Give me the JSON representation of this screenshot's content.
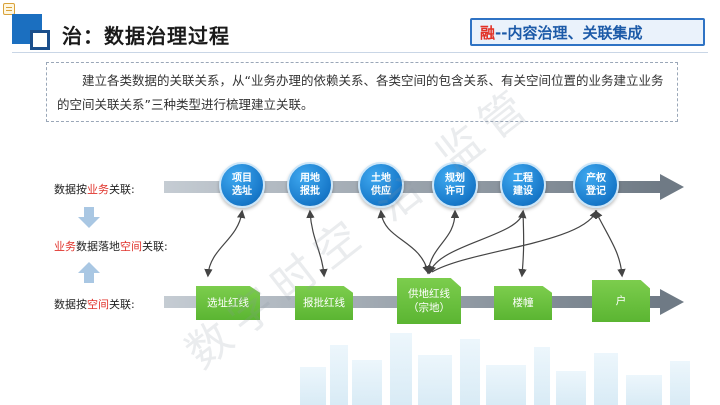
{
  "header": {
    "title": "治：数据治理过程",
    "badge_highlight": "融",
    "badge_rest": "--内容治理、关联集成"
  },
  "description": "建立各类数据的关联关系，从“业务办理的依赖关系、各类空间的包含关系、有关空间位置的业务建立业务的空间关联关系”三种类型进行梳理建立关联。",
  "rows": {
    "business": {
      "prefix": "数据按",
      "red": "业务",
      "suffix": "关联:"
    },
    "landing": {
      "red1": "业务",
      "mid": "数据落地",
      "red2": "空间",
      "suffix": "关联:"
    },
    "spatial": {
      "prefix": "数据按",
      "red": "空间",
      "suffix": "关联:"
    }
  },
  "business_nodes": [
    {
      "line1": "项目",
      "line2": "选址"
    },
    {
      "line1": "用地",
      "line2": "报批"
    },
    {
      "line1": "土地",
      "line2": "供应"
    },
    {
      "line1": "规划",
      "line2": "许可"
    },
    {
      "line1": "工程",
      "line2": "建设"
    },
    {
      "line1": "产权",
      "line2": "登记"
    }
  ],
  "spatial_nodes": [
    {
      "line1": "选址红线",
      "line2": ""
    },
    {
      "line1": "报批红线",
      "line2": ""
    },
    {
      "line1": "供地红线",
      "line2": "（宗地）"
    },
    {
      "line1": "楼幢",
      "line2": ""
    },
    {
      "line1": "户",
      "line2": ""
    }
  ],
  "watermark": "数字时空 治 监管",
  "colors": {
    "accent_blue": "#1b6fc0",
    "highlight_red": "#e23227",
    "node_green": "#5bb532",
    "arrow_gray": "#7f8a95"
  }
}
